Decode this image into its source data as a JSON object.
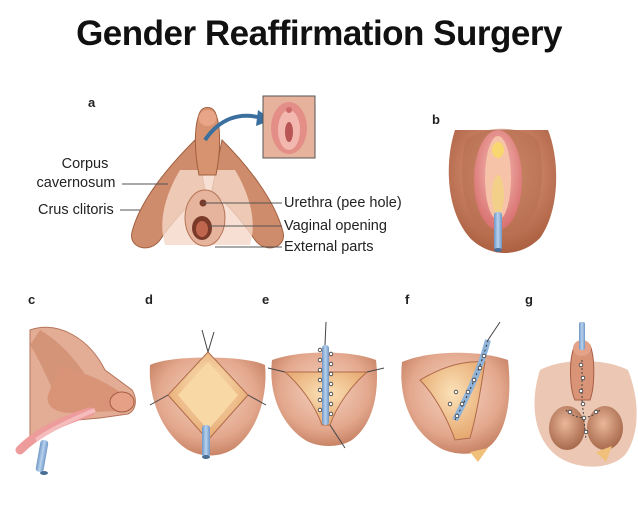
{
  "title": "Gender Reaffirmation Surgery",
  "panels": {
    "a": "a",
    "b": "b",
    "c": "c",
    "d": "d",
    "e": "e",
    "f": "f",
    "g": "g"
  },
  "labels": {
    "corpus_line1": "Corpus",
    "corpus_line2": "cavernosum",
    "crus": "Crus clitoris",
    "urethra": "Urethra (pee hole)",
    "vaginal": "Vaginal opening",
    "external": "External parts"
  },
  "colors": {
    "skin": "#e9b29a",
    "skin_dark": "#c97a5f",
    "pink": "#e48a8a",
    "tissue": "#f3c7a0",
    "catheter": "#8fb3d9",
    "arrow": "#3a6f9e",
    "suture": "#333333"
  }
}
